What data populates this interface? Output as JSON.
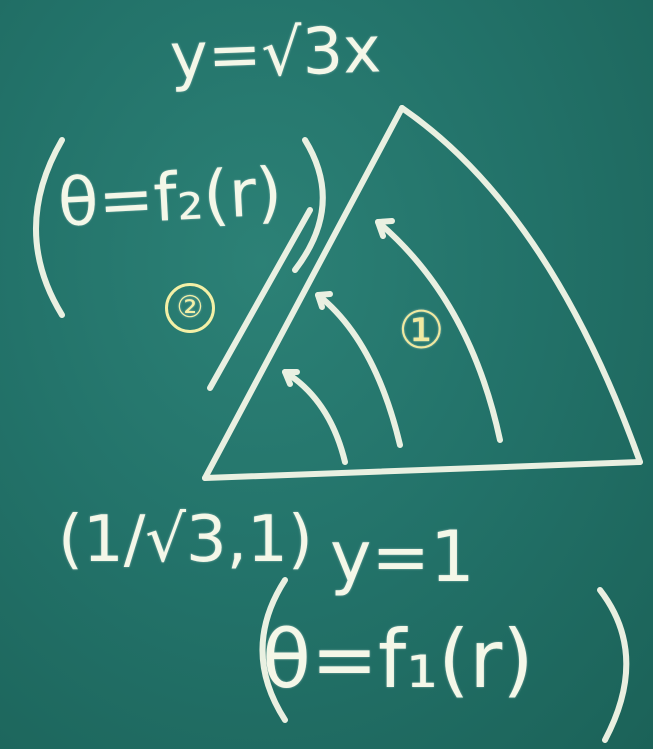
{
  "colors": {
    "board": "#23736a",
    "chalk": "#f4f7e8",
    "chalk_yellow": "#f3f0a6"
  },
  "labels": {
    "line_upper": "y=√3x",
    "theta_f2": "θ=f₂(r)",
    "region_2": "②",
    "region_1": "①",
    "corner_point": "(1/√3,1)",
    "line_lower": "y=1",
    "theta_f1": "θ=f₁(r)"
  }
}
